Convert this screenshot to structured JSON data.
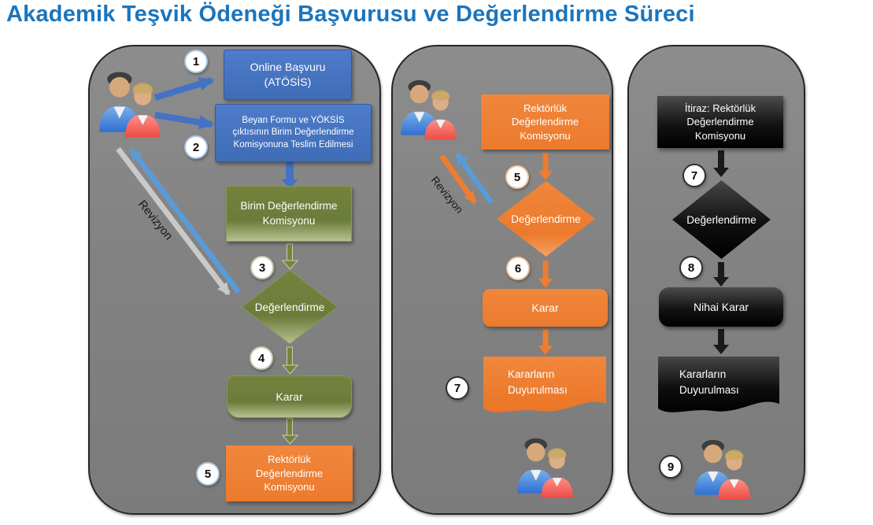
{
  "title": "Akademik Teşvik Ödeneği Başvurusu ve Değerlendirme Süreci",
  "colors": {
    "title_blue": "#1b75bc",
    "box_blue": "#4472c4",
    "box_green": "#6f7f3c",
    "box_orange": "#ed7d31",
    "box_black": "#0d0d0d",
    "panel_gray": "#828282",
    "revision_blue": "#5b9bd5",
    "revision_gray": "#c9c9c9"
  },
  "panel1": {
    "badge1": "1",
    "badge2": "2",
    "badge3": "3",
    "badge4": "4",
    "badge5": "5",
    "online": "Online Başvuru\n(ATÖSİS)",
    "beyan": "Beyan Formu ve YÖKSİS\nçıktısının Birim Değerlendirme\nKomisyonuna Teslim Edilmesi",
    "birim": "Birim Değerlendirme\nKomisyonu",
    "degerlendirme": "Değerlendirme",
    "karar": "Karar",
    "rektorluk": "Rektörlük\nDeğerlendirme\nKomisyonu",
    "revizyon": "Revizyon"
  },
  "panel2": {
    "badge5": "5",
    "badge6": "6",
    "badge7": "7",
    "rektorluk": "Rektörlük\nDeğerlendirme\nKomisyonu",
    "degerlendirme": "Değerlendirme",
    "karar": "Karar",
    "duyuru": "Kararların\nDuyurulması",
    "revizyon": "Revizyon"
  },
  "panel3": {
    "badge7": "7",
    "badge8": "8",
    "badge9": "9",
    "itiraz": "İtiraz: Rektörlük\nDeğerlendirme\nKomisyonu",
    "degerlendirme": "Değerlendirme",
    "nihai": "Nihai Karar",
    "duyuru": "Kararların\nDuyurulması"
  }
}
